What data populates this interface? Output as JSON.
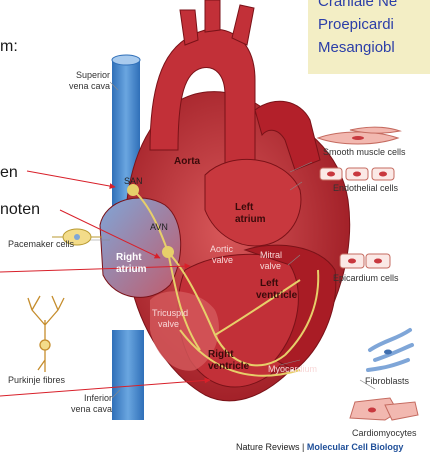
{
  "top_box": {
    "lines": [
      "Craniale Ne",
      "Proepicardi",
      "Mesangiobl"
    ]
  },
  "left_fragments": {
    "m": "m:",
    "en": "en",
    "noten": "noten"
  },
  "diagram": {
    "labels": {
      "superior_vena_cava": [
        "Superior",
        "vena cava"
      ],
      "inferior_vena_cava": [
        "Inferior",
        "vena cava"
      ],
      "aorta": "Aorta",
      "san": "SAN",
      "avn": "AVN",
      "left_atrium": [
        "Left",
        "atrium"
      ],
      "right_atrium": [
        "Right",
        "atrium"
      ],
      "aortic_valve": [
        "Aortic",
        "valve"
      ],
      "mitral_valve": [
        "Mitral",
        "valve"
      ],
      "left_ventricle": [
        "Left",
        "ventricle"
      ],
      "tricuspid_valve": [
        "Tricuspid",
        "valve"
      ],
      "right_ventricle": [
        "Right",
        "ventricle"
      ],
      "myocardium": "Myocardium",
      "pacemaker_cells": "Pacemaker cells",
      "purkinje_fibres": "Purkinje fibres",
      "smooth_muscle_cells": "Smooth muscle cells",
      "endothelial_cells": "Endothelial cells",
      "epicardium_cells": "Epicardium cells",
      "fibroblasts": "Fibroblasts",
      "cardiomyocytes": "Cardiomyocytes"
    },
    "colors": {
      "heart_dark": "#b3202a",
      "heart_mid": "#d24a4d",
      "heart_light": "#e8888a",
      "vena_cava_blue": "#3f86cf",
      "conduction_yellow": "#e7cf6a",
      "arrow_red": "#d8202a",
      "cell_blue": "#7fa6d8"
    }
  },
  "caption": {
    "publisher": "Nature Reviews",
    "separator": " | ",
    "journal": "Molecular Cell Biology"
  }
}
